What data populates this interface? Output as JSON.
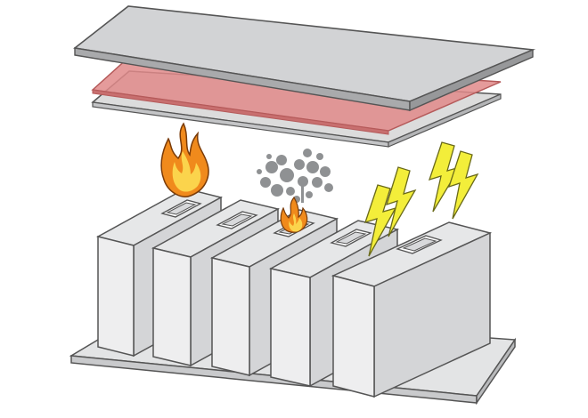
{
  "diagram": {
    "layers": [
      {
        "name": "top-cover-plate",
        "color": "#d2d3d5"
      },
      {
        "name": "thermal-barrier-layer",
        "color": "#e08a8a"
      },
      {
        "name": "insulation-sheet",
        "color": "#dcdcdc"
      }
    ],
    "cells": [
      {
        "id": 1,
        "state": "fire"
      },
      {
        "id": 2,
        "state": "normal"
      },
      {
        "id": 3,
        "state": "smoke-and-fire"
      },
      {
        "id": 4,
        "state": "electrical-arc"
      },
      {
        "id": 5,
        "state": "electrical-arc"
      }
    ],
    "colors": {
      "cell_front": "#eeeeef",
      "cell_side": "#d4d5d7",
      "cell_top": "#e6e7e8",
      "outline": "#555555",
      "base_plate": "#e3e4e5",
      "flame_outer": "#f08a1c",
      "flame_inner": "#fbd44c",
      "smoke": "#8f9193",
      "lightning": "#f3ee3a"
    },
    "icons": [
      "flame-icon",
      "smoke-icon",
      "lightning-icon"
    ]
  }
}
